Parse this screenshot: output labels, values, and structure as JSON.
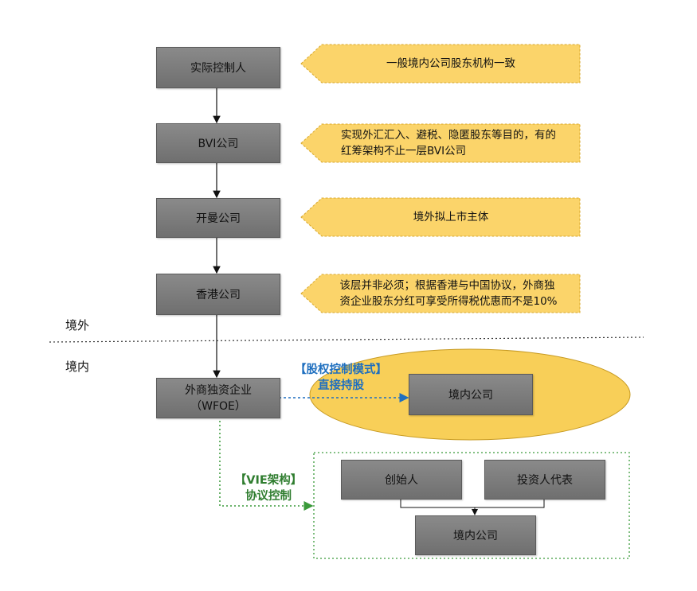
{
  "chain": {
    "controller": "实际控制人",
    "bvi": "BVI公司",
    "cayman": "开曼公司",
    "hk": "香港公司",
    "wfoe_line1": "外商独资企业",
    "wfoe_line2": "（WFOE）"
  },
  "notes": {
    "controller": "一般境内公司股东机构一致",
    "bvi_line1": "实现外汇汇入、避税、隐匿股东等目的，有的",
    "bvi_line2": "红筹架构不止一层BVI公司",
    "cayman": "境外拟上市主体",
    "hk_line1": "该层并非必须；根据香港与中国协议，外商独",
    "hk_line2": "资企业股东分红可享受所得税优惠而不是10%"
  },
  "zones": {
    "offshore": "境外",
    "onshore": "境内"
  },
  "equity_mode": {
    "title": "【股权控制模式】",
    "subtitle": "直接持股",
    "target": "境内公司"
  },
  "vie_mode": {
    "title": "【VIE架构】",
    "subtitle": "协议控制",
    "founder": "创始人",
    "investor_rep": "投资人代表",
    "target": "境内公司"
  },
  "colors": {
    "box_gray": "#7d7d7d",
    "note_yellow": "#fbd46a",
    "ellipse_yellow": "#f8cf58",
    "blue_label": "#1f6fbf",
    "green_label": "#2f7d2f"
  }
}
